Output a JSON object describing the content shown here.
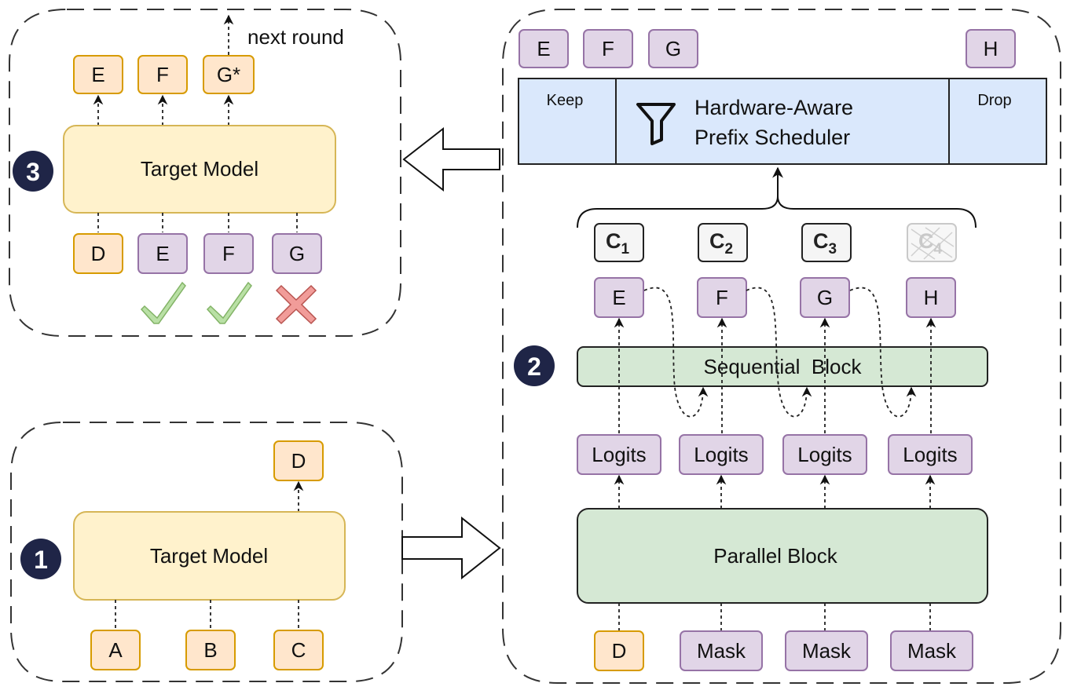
{
  "colors": {
    "orange_fill": "#ffe6cc",
    "orange_stroke": "#d79b00",
    "purple_fill": "#e1d5e7",
    "purple_stroke": "#9673a6",
    "yellow_fill": "#fff2cc",
    "green_fill": "#d5e8d4",
    "blue_fill": "#dae8fc",
    "badge": "#1f2547",
    "check": "#b9e0a5",
    "cross": "#f19c99"
  },
  "step1": {
    "badge": "1",
    "model_label": "Target Model",
    "inputs": [
      "A",
      "B",
      "C"
    ],
    "output": "D"
  },
  "step2": {
    "badge": "2",
    "scheduler": {
      "keep": "Keep",
      "title_line1": "Hardware-Aware",
      "title_line2": "Prefix Scheduler",
      "drop": "Drop",
      "icon": "funnel-icon"
    },
    "top_tokens": [
      "E",
      "F",
      "G",
      "H"
    ],
    "candidates": [
      {
        "letter": "C",
        "sub": "1"
      },
      {
        "letter": "C",
        "sub": "2"
      },
      {
        "letter": "C",
        "sub": "3"
      },
      {
        "letter": "C",
        "sub": "4",
        "dropped": true
      }
    ],
    "seq_tokens": [
      "E",
      "F",
      "G",
      "H"
    ],
    "sequential_block": "Sequential  Block",
    "logits": [
      "Logits",
      "Logits",
      "Logits",
      "Logits"
    ],
    "parallel_block": "Parallel Block",
    "inputs": [
      "D",
      "Mask",
      "Mask",
      "Mask"
    ]
  },
  "step3": {
    "badge": "3",
    "next_round": "next round",
    "outputs": [
      "E",
      "F",
      "G*"
    ],
    "model_label": "Target Model",
    "inputs": [
      "D",
      "E",
      "F",
      "G"
    ],
    "verdicts": [
      "check-icon",
      "check-icon",
      "cross-icon"
    ]
  }
}
